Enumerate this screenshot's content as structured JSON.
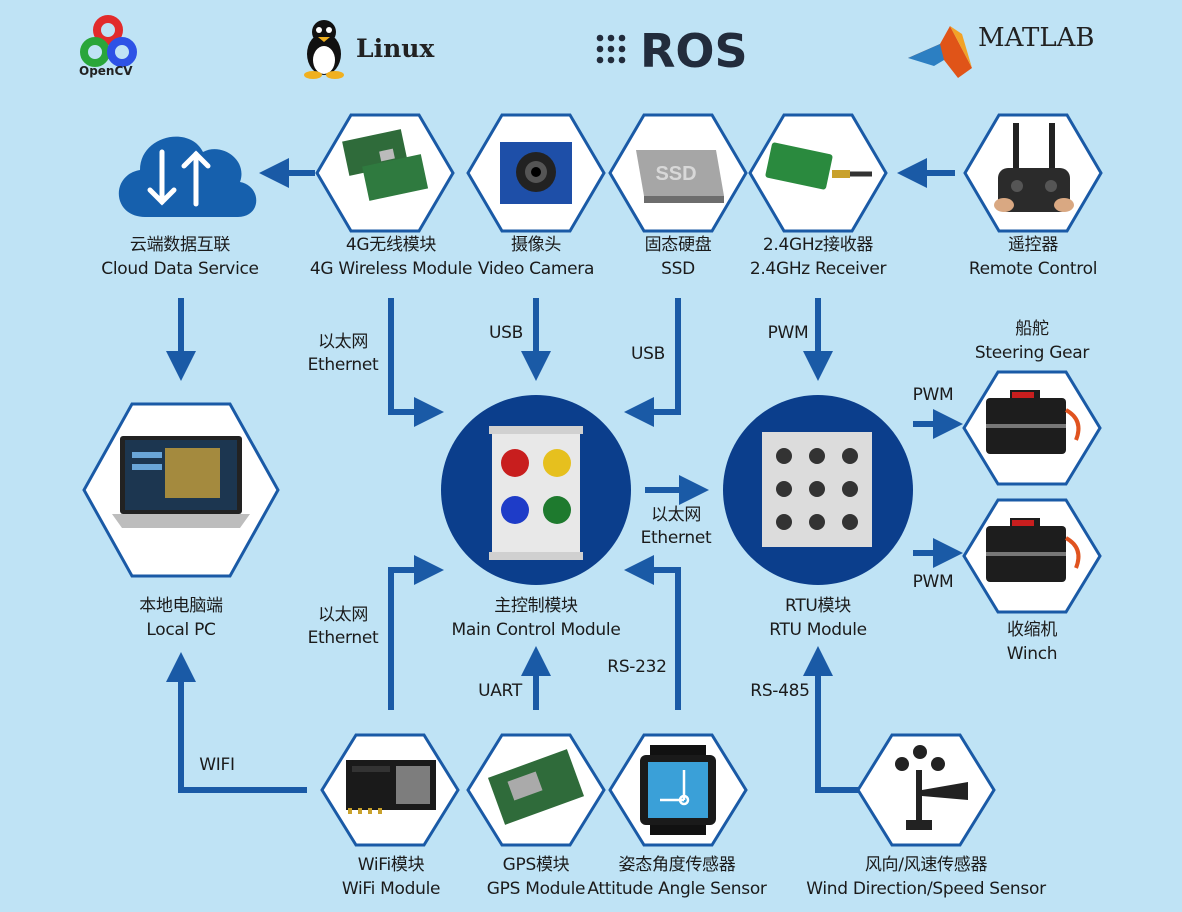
{
  "logos": {
    "opencv": "OpenCV",
    "linux": "Linux",
    "ros": "ROS",
    "matlab": "MATLAB"
  },
  "nodes": {
    "cloud": {
      "zh": "云端数据互联",
      "en": "Cloud Data Service"
    },
    "wireless4g": {
      "zh": "4G无线模块",
      "en": "4G Wireless Module"
    },
    "camera": {
      "zh": "摄像头",
      "en": "Video Camera"
    },
    "ssd": {
      "zh": "固态硬盘",
      "en": "SSD"
    },
    "receiver": {
      "zh": "2.4GHz接收器",
      "en": "2.4GHz Receiver"
    },
    "remote": {
      "zh": "遥控器",
      "en": "Remote Control"
    },
    "steering": {
      "zh": "船舵",
      "en": "Steering Gear"
    },
    "localpc": {
      "zh": "本地电脑端",
      "en": "Local PC"
    },
    "main": {
      "zh": "主控制模块",
      "en": "Main Control Module"
    },
    "rtu": {
      "zh": "RTU模块",
      "en": "RTU Module"
    },
    "winch": {
      "zh": "收缩机",
      "en": "Winch"
    },
    "wifi": {
      "zh": "WiFi模块",
      "en": "WiFi Module"
    },
    "gps": {
      "zh": "GPS模块",
      "en": "GPS Module"
    },
    "attitude": {
      "zh": "姿态角度传感器",
      "en": "Attitude Angle Sensor"
    },
    "wind": {
      "zh": "风向/风速传感器",
      "en": "Wind Direction/Speed Sensor"
    }
  },
  "connections": {
    "eth_4g_zh": "以太网",
    "eth_4g_en": "Ethernet",
    "usb_camera": "USB",
    "usb_ssd": "USB",
    "pwm_receiver": "PWM",
    "pwm_steering": "PWM",
    "pwm_winch": "PWM",
    "eth_main_rtu_zh": "以太网",
    "eth_main_rtu_en": "Ethernet",
    "eth_wifi_zh": "以太网",
    "eth_wifi_en": "Ethernet",
    "uart": "UART",
    "rs232": "RS-232",
    "rs485": "RS-485",
    "wifi_link": "WIFI"
  },
  "colors": {
    "background": "#bfe3f5",
    "arrow": "#1a5aa6",
    "hex_border": "#1a5aa6",
    "circle": "#0b3e8c"
  }
}
